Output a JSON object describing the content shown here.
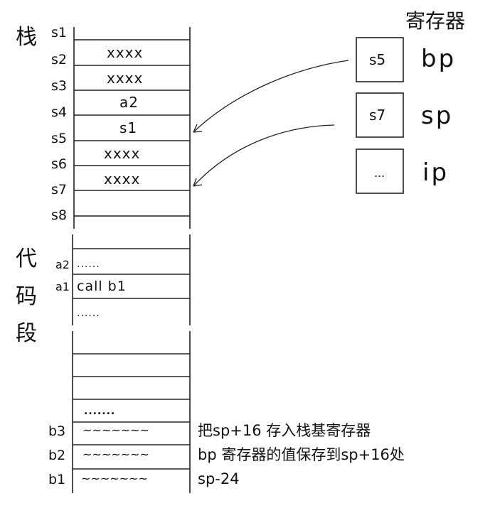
{
  "stack": {
    "title": "栈",
    "slots": [
      {
        "label": "s1",
        "value": ""
      },
      {
        "label": "s2",
        "value": "xxxx"
      },
      {
        "label": "s3",
        "value": "xxxx"
      },
      {
        "label": "s4",
        "value": "a2"
      },
      {
        "label": "s5",
        "value": "s1"
      },
      {
        "label": "s6",
        "value": "xxxx"
      },
      {
        "label": "s7",
        "value": "xxxx"
      },
      {
        "label": "s8",
        "value": ""
      }
    ]
  },
  "code": {
    "title_chars": [
      "代",
      "码",
      "段"
    ],
    "rows": [
      {
        "label": "a2",
        "value": "......"
      },
      {
        "label": "a1",
        "value": "call b1"
      },
      {
        "label": "",
        "value": "......"
      }
    ]
  },
  "func": {
    "top_dots": ".......",
    "rows": [
      {
        "label": "b3",
        "value": "~~~~~~~",
        "note": "把sp+16 存入栈基寄存器"
      },
      {
        "label": "b2",
        "value": "~~~~~~~",
        "note": "bp 寄存器的值保存到sp+16处"
      },
      {
        "label": "b1",
        "value": "~~~~~~~",
        "note": "sp-24"
      }
    ]
  },
  "registers": {
    "title": "寄存器",
    "items": [
      {
        "value": "s5",
        "name": "bp"
      },
      {
        "value": "s7",
        "name": "sp"
      },
      {
        "value": "...",
        "name": "ip"
      }
    ]
  }
}
